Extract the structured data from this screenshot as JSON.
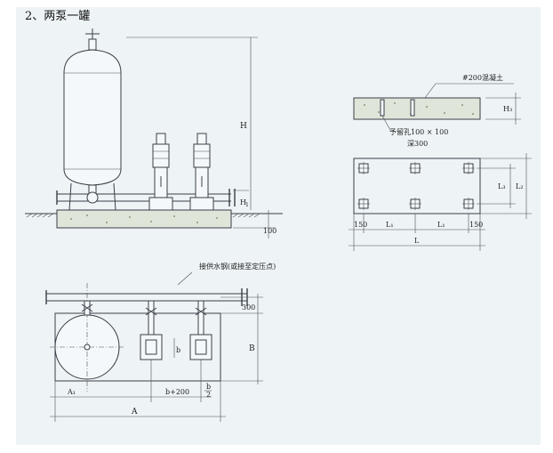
{
  "title": "2、两泵一罐",
  "labels": {
    "H": "H",
    "H1": "H",
    "h100": "100",
    "concrete": "#200混凝土",
    "Hc": "H₃",
    "hole": "予留孔100 × 100",
    "depth": "深300",
    "L3": "L₃",
    "L2": "L₂",
    "d150a": "150",
    "L1a": "L₁",
    "L1b": "L₁",
    "d150b": "150",
    "L": "L",
    "pipe_note": "接供水钢(或接至定压点)",
    "d300": "300",
    "B": "B",
    "b": "b",
    "A1": "A₁",
    "b200": "b+200",
    "b2": "b",
    "b2den": "2",
    "A": "A"
  }
}
